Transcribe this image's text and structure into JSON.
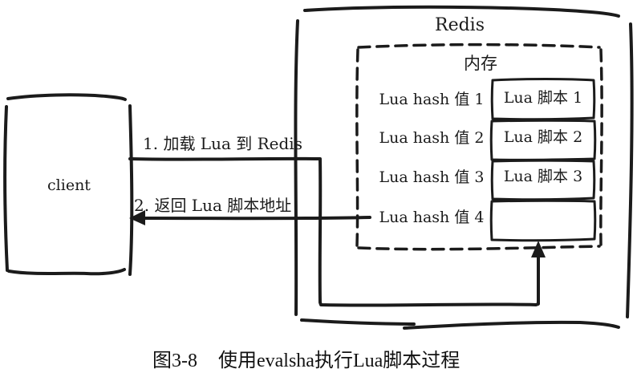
{
  "figure": {
    "client": {
      "label": "client"
    },
    "redis": {
      "label": "Redis"
    },
    "memory": {
      "label": "内存"
    },
    "arrows": {
      "load_label": "1. 加载 Lua 到 Redis",
      "return_label": "2. 返回 Lua 脚本地址"
    },
    "hash_entries": [
      {
        "hash": "Lua hash 值 1",
        "script": "Lua 脚本 1"
      },
      {
        "hash": "Lua hash 值 2",
        "script": "Lua 脚本 2"
      },
      {
        "hash": "Lua hash 值 3",
        "script": "Lua 脚本 3"
      },
      {
        "hash": "Lua hash 值 4",
        "script": ""
      }
    ],
    "colors": {
      "ink": "#1b1b1b",
      "background": "#ffffff"
    }
  },
  "caption": {
    "figure_number": "图3-8",
    "title": "使用evalsha执行Lua脚本过程"
  }
}
